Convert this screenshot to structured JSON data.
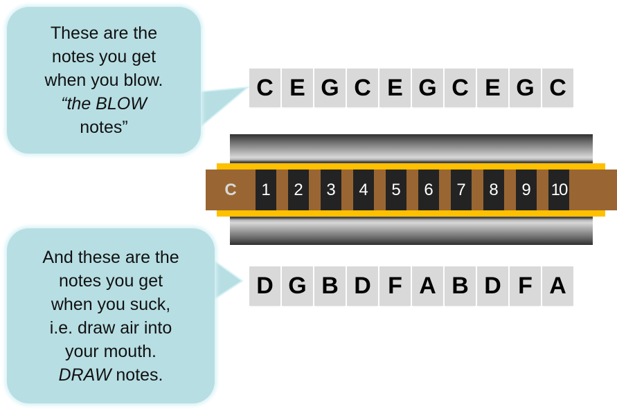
{
  "blow_bubble": {
    "lines": [
      "These are the",
      "notes you get",
      "when you blow."
    ],
    "quote_italic": "“the BLOW",
    "quote_end": "notes”"
  },
  "draw_bubble": {
    "lines": [
      "And these are the",
      "notes you get",
      "when you suck,",
      "i.e. draw air into",
      "your mouth."
    ],
    "last_italic": "DRAW",
    "last_rest": " notes."
  },
  "harmonica": {
    "key": "C",
    "holes": [
      "1",
      "2",
      "3",
      "4",
      "5",
      "6",
      "7",
      "8",
      "9",
      "10"
    ],
    "colors": {
      "comb": "#996633",
      "band": "#FFC000",
      "hole": "#232323",
      "bubble": "#B7DEE3",
      "note_box": "#D9D9D9"
    }
  },
  "blow_notes": [
    "C",
    "E",
    "G",
    "C",
    "E",
    "G",
    "C",
    "E",
    "G",
    "C"
  ],
  "draw_notes": [
    "D",
    "G",
    "B",
    "D",
    "F",
    "A",
    "B",
    "D",
    "F",
    "A"
  ]
}
